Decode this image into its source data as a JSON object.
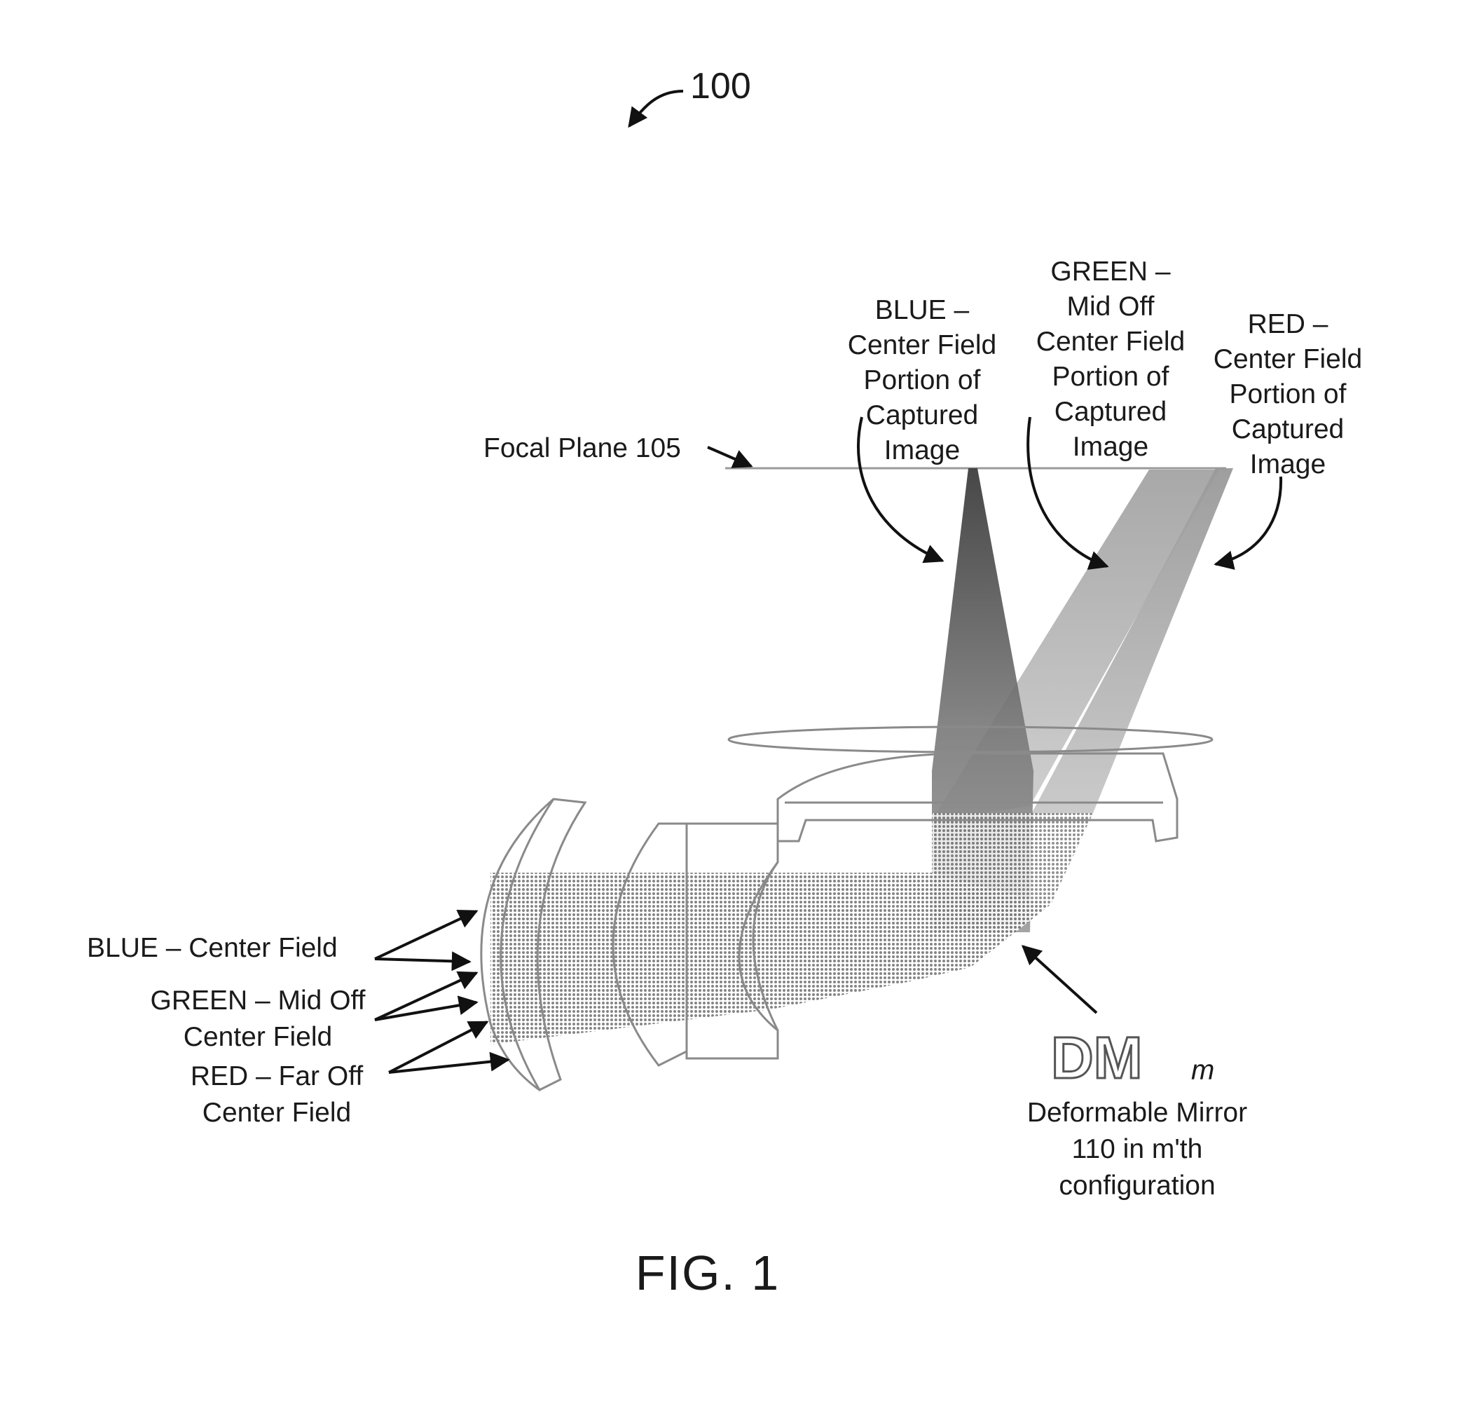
{
  "figure": {
    "ref_number": "100",
    "caption": "FIG. 1"
  },
  "focal_plane": {
    "label": "Focal Plane 105"
  },
  "image_portions": {
    "blue": [
      "BLUE –",
      "Center Field",
      "Portion of",
      "Captured",
      "Image"
    ],
    "green": [
      "GREEN –",
      "Mid Off",
      "Center Field",
      "Portion of",
      "Captured",
      "Image"
    ],
    "red": [
      "RED –",
      "Center Field",
      "Portion of",
      "Captured",
      "Image"
    ]
  },
  "input_fields": {
    "blue": [
      "BLUE – Center Field"
    ],
    "green": [
      "GREEN – Mid Off",
      "Center Field"
    ],
    "red": [
      "RED – Far Off",
      "Center Field"
    ]
  },
  "mirror": {
    "symbol": "DM",
    "subscript": "m",
    "lines": [
      "Deformable Mirror",
      "110 in m'th",
      "configuration"
    ]
  },
  "colors": {
    "beam_dark": "#555555",
    "beam_light": "#bdbdbd",
    "outline": "#8a8a8a",
    "text": "#1a1a1a"
  }
}
